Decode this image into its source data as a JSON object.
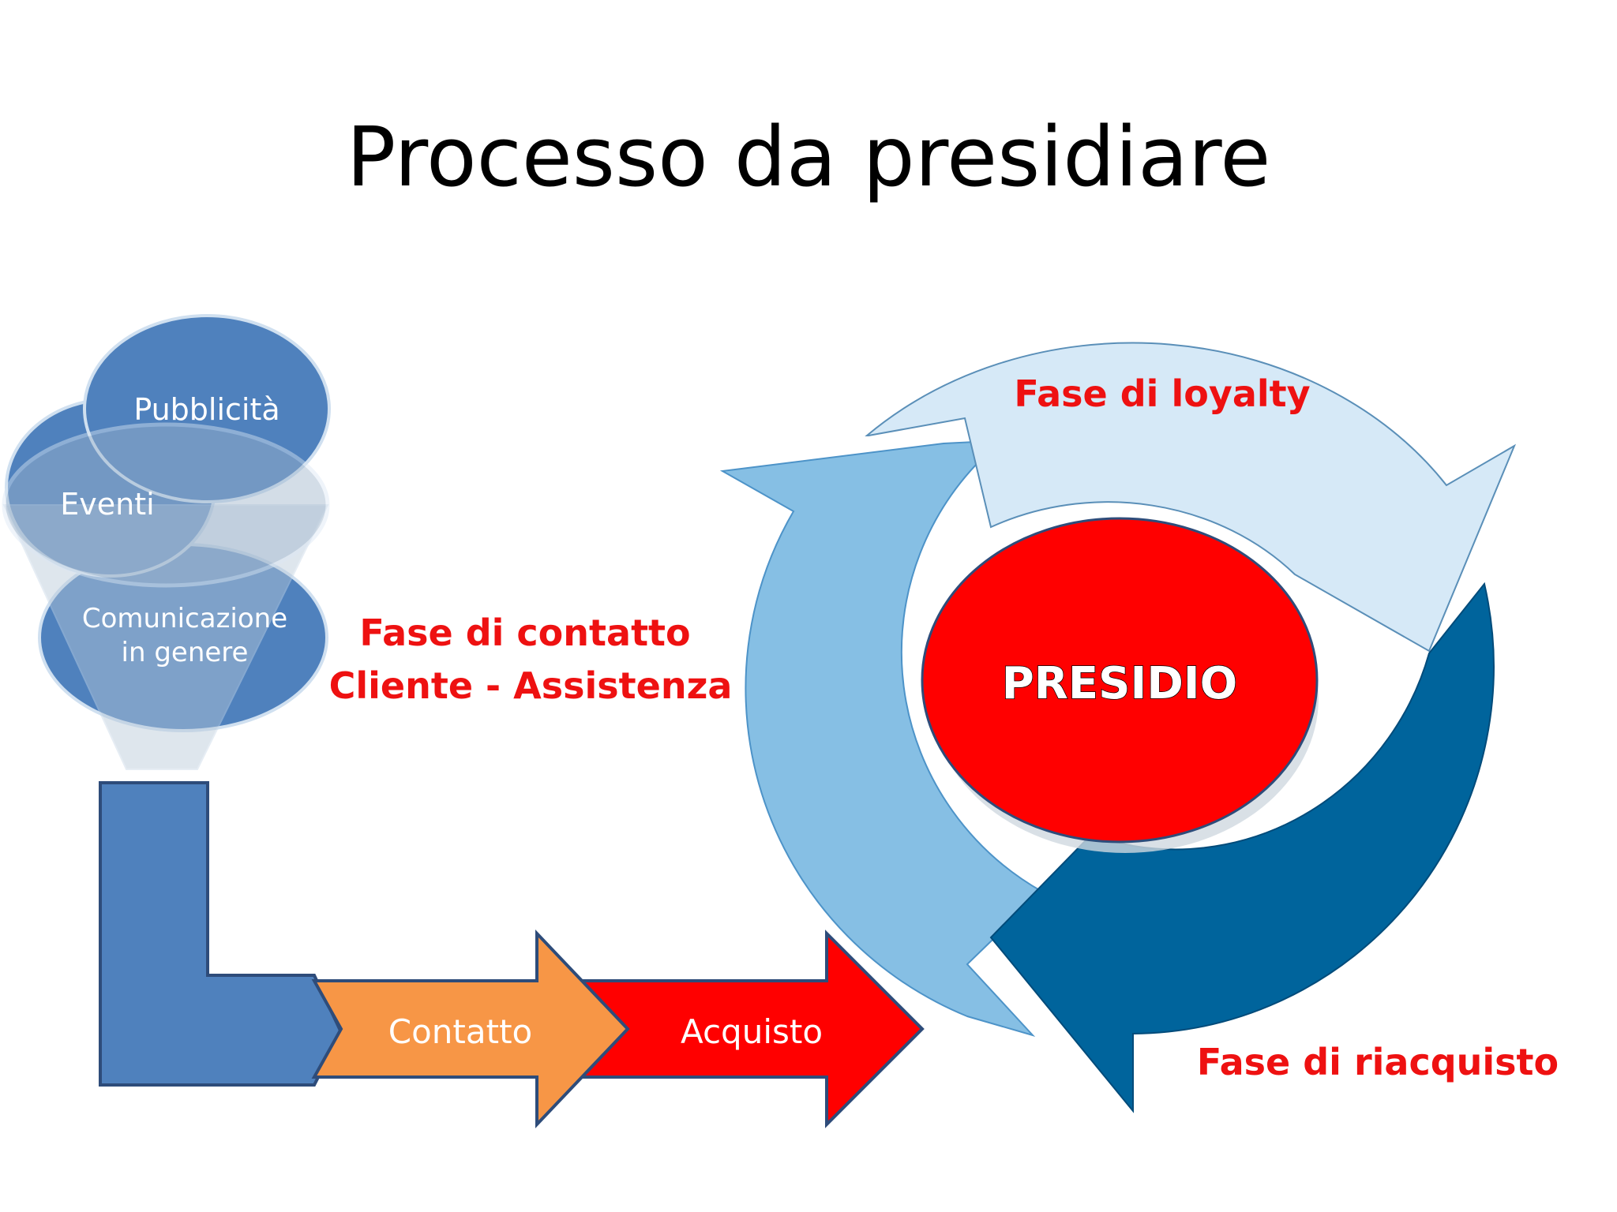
{
  "title": "Processo da presidiare",
  "funnel": {
    "items": [
      "Pubblicità",
      "Eventi",
      "Comunicazione",
      "in genere"
    ]
  },
  "process": {
    "step1": "Contatto",
    "step2": "Acquisto"
  },
  "phases": {
    "contatto_line1": "Fase di contatto",
    "contatto_line2": "Cliente - Assistenza",
    "loyalty": "Fase di loyalty",
    "riacquisto": "Fase di riacquisto"
  },
  "center": {
    "label": "PRESIDIO"
  },
  "colors": {
    "blue_mid": "#4f81bd",
    "blue_light": "#86bfe4",
    "blue_pale": "#d6e9f7",
    "blue_dark": "#00649c",
    "orange": "#f79646",
    "red": "#ff0000",
    "label_red": "#ee1111"
  }
}
